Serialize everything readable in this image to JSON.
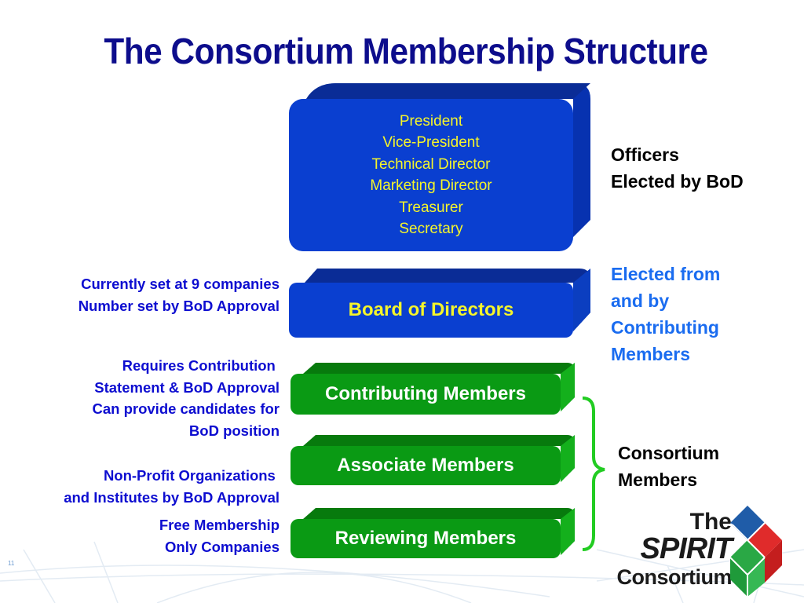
{
  "slide": {
    "title": "The Consortium Membership Structure",
    "page_number": "11"
  },
  "colors": {
    "title": "#0d0d8c",
    "blue_box": "#0a3fd0",
    "green_box": "#0a9a14",
    "box_text_yellow": "#f5f52a",
    "note_text": "#0d0dd0",
    "elected_text": "#1a6cf0",
    "bracket": "#22cc22"
  },
  "diagram": {
    "officers_box": {
      "roles": [
        "President",
        "Vice-President",
        "Technical Director",
        "Marketing Director",
        "Treasurer",
        "Secretary"
      ]
    },
    "board_box": {
      "label": "Board of Directors"
    },
    "member_boxes": [
      {
        "label": "Contributing Members"
      },
      {
        "label": "Associate Members"
      },
      {
        "label": "Reviewing Members"
      }
    ]
  },
  "left_notes": {
    "board": "Currently set at 9 companies\nNumber set by BoD Approval",
    "contributing": "Requires Contribution \nStatement & BoD Approval\nCan provide candidates for\nBoD position",
    "associate": "Non-Profit Organizations \nand Institutes by BoD Approval",
    "reviewing": "Free Membership\nOnly Companies"
  },
  "right_labels": {
    "officers": "Officers\nElected by BoD",
    "board": "Elected from\nand by\nContributing\nMembers",
    "consortium": "Consortium\nMembers"
  },
  "logo": {
    "line1": "The",
    "line2": "SPIRIT",
    "line3": "Consortium"
  }
}
